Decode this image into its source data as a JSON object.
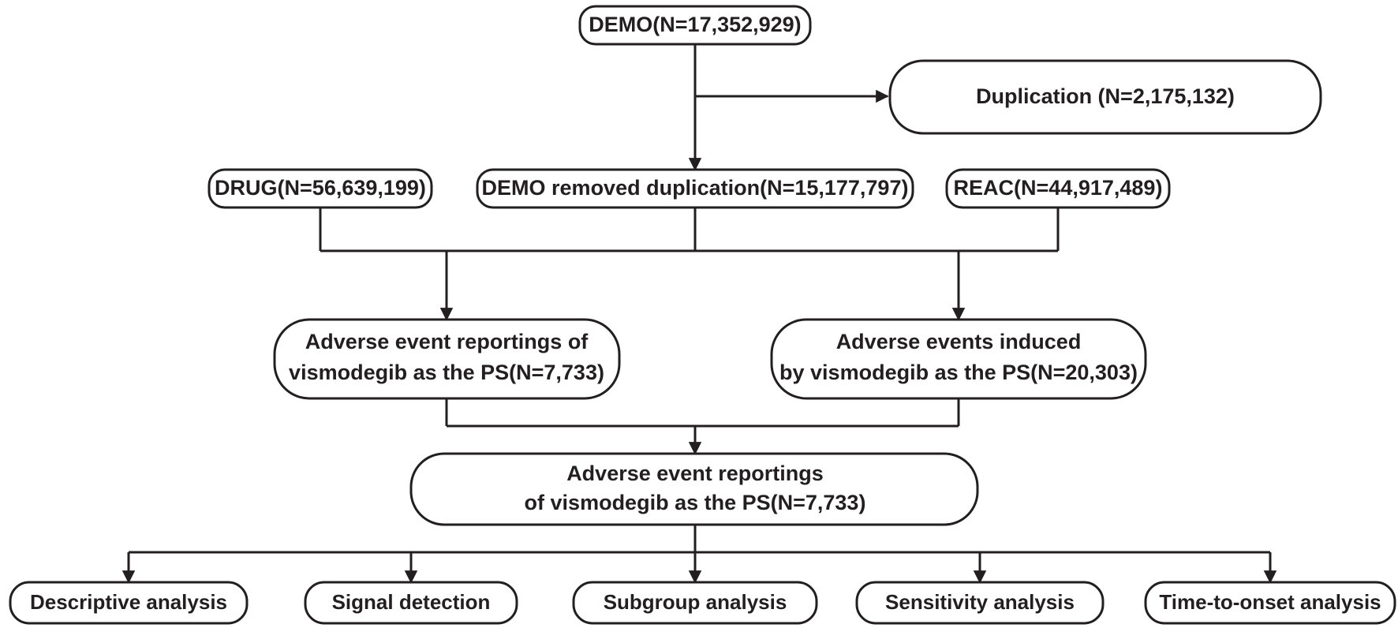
{
  "diagram": {
    "title": "FAERS vismodegib pharmacovigilance study flow diagram",
    "theme": {
      "background": "#ffffff",
      "stroke": "#231f20",
      "fill": "#ffffff",
      "text": "#231f20"
    },
    "nodes": {
      "demo": {
        "label": "DEMO(N=17,352,929)"
      },
      "duplication": {
        "label": "Duplication (N=2,175,132)"
      },
      "drug": {
        "label": "DRUG(N=56,639,199)"
      },
      "demo_removed": {
        "label": "DEMO removed duplication(N=15,177,797)"
      },
      "reac": {
        "label": "REAC(N=44,917,489)"
      },
      "ae_reportings_drug": {
        "line1": "Adverse event reportings of",
        "line2": "vismodegib as the PS(N=7,733)"
      },
      "ae_induced_reac": {
        "line1": "Adverse events induced",
        "line2": "by vismodegib  as the PS(N=20,303)"
      },
      "final_cohort": {
        "line1": "Adverse event reportings",
        "line2": "of vismodegib as the PS(N=7,733)"
      }
    },
    "analyses": [
      {
        "label": "Descriptive analysis"
      },
      {
        "label": "Signal detection"
      },
      {
        "label": "Subgroup analysis"
      },
      {
        "label": "Sensitivity analysis"
      },
      {
        "label": "Time-to-onset analysis"
      }
    ]
  }
}
